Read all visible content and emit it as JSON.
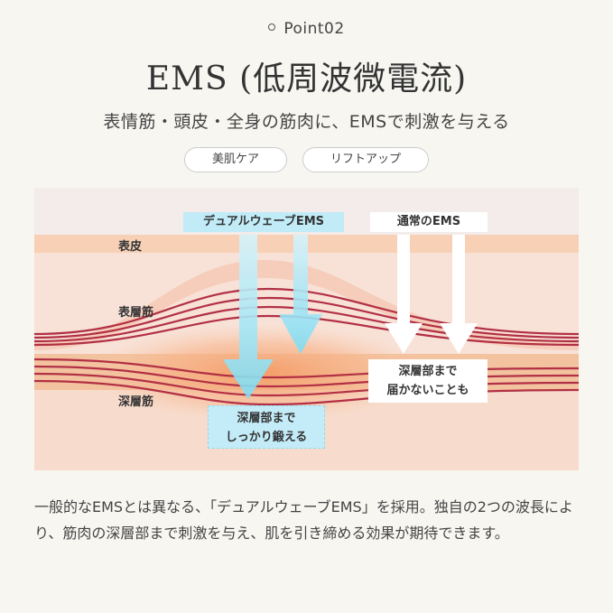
{
  "header": {
    "point_label": "Point02",
    "title": "EMS (低周波微電流)",
    "subtitle": "表情筋・頭皮・全身の筋肉に、EMSで刺激を与える"
  },
  "tags": [
    "美肌ケア",
    "リフトアップ"
  ],
  "diagram": {
    "layers": {
      "epidermis": "表皮",
      "surface_muscle": "表層筋",
      "deep_muscle": "深層筋"
    },
    "dual_wave_label": "デュアルウェーブEMS",
    "normal_label": "通常のEMS",
    "dual_result": [
      "深層部まで",
      "しっかり鍛える"
    ],
    "normal_result": [
      "深層部まで",
      "届かないことも"
    ],
    "colors": {
      "epidermis": "#f7d1b8",
      "surface_muscle": "#f7dcd0",
      "deep_muscle": "#f4c5a6",
      "fiber": "#b23045",
      "dual_arrow": "#8fe0f2",
      "normal_arrow": "#ffffff"
    }
  },
  "description": "一般的なEMSとは異なる、「デュアルウェーブEMS」を採用。独自の2つの波長により、筋肉の深層部まで刺激を与え、肌を引き締める効果が期待できます。"
}
